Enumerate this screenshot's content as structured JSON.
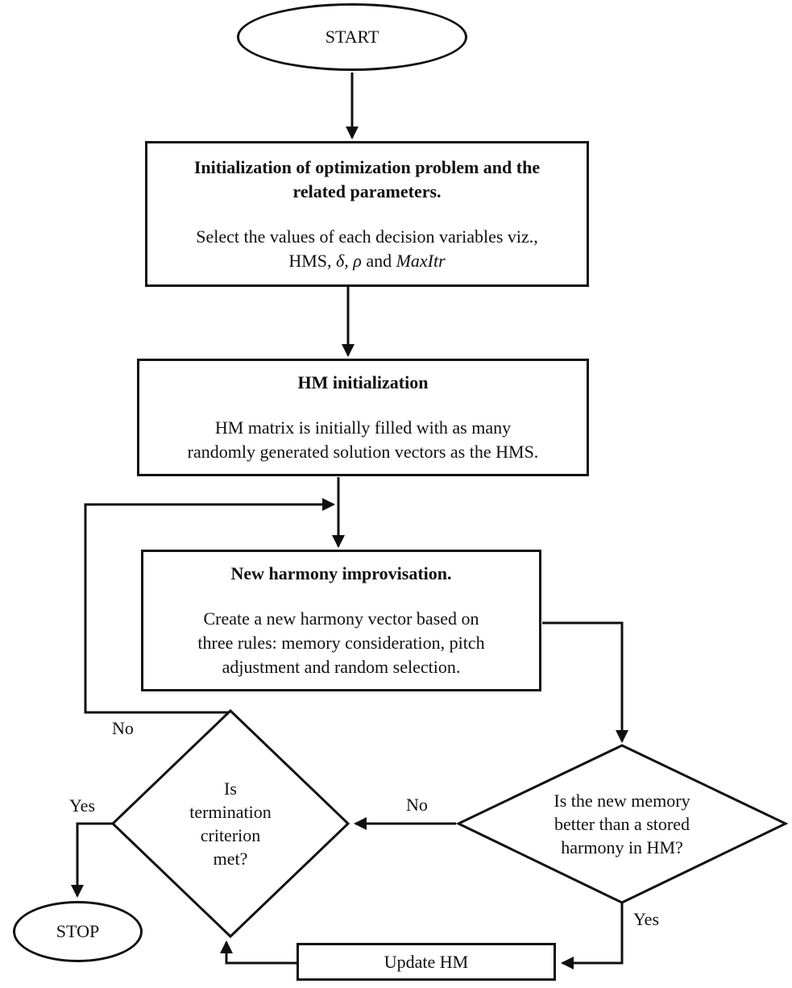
{
  "colors": {
    "ink": "#101010",
    "background": "#ffffff"
  },
  "nodes": {
    "start": {
      "label": "START"
    },
    "init": {
      "title_line1": "Initialization of optimization problem and the",
      "title_line2": "related parameters.",
      "body_line1": "Select the values of each decision variables viz.,",
      "hms": "HMS, ",
      "greek": "δ, ρ",
      "and": " and ",
      "maxitr": "MaxItr"
    },
    "hm_init": {
      "title": "HM initialization",
      "body_line1": "HM matrix is initially filled with as many",
      "body_line2": "randomly generated solution vectors as the HMS."
    },
    "improv": {
      "title": "New harmony improvisation.",
      "body_line1": "Create a new harmony vector based on",
      "body_line2": "three rules: memory consideration, pitch",
      "body_line3": "adjustment and random selection."
    },
    "term_diamond": {
      "line1": "Is",
      "line2": "termination",
      "line3": "criterion",
      "line4": "met?"
    },
    "mem_diamond": {
      "line1": "Is the new memory",
      "line2": "better than a stored",
      "line3": "harmony in HM?"
    },
    "update": {
      "label": "Update HM"
    },
    "stop": {
      "label": "STOP"
    }
  },
  "edge_labels": {
    "term_no": "No",
    "term_yes": "Yes",
    "mem_no": "No",
    "mem_yes": "Yes"
  }
}
